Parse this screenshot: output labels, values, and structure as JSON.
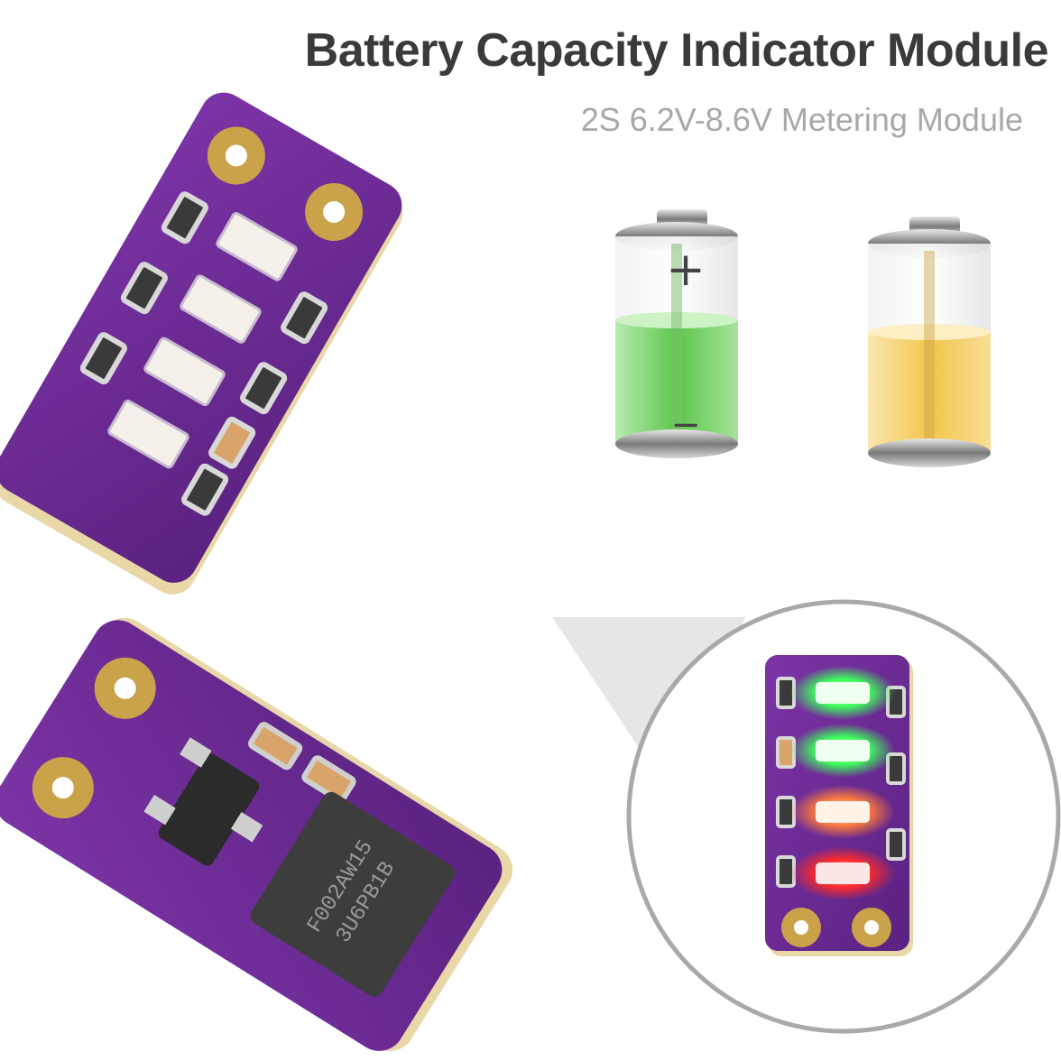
{
  "header": {
    "title": "Battery Capacity Indicator Module",
    "subtitle": "2S 6.2V-8.6V Metering Module"
  },
  "chip_marking": {
    "line1": "F002AW15",
    "line2": "3U6PB1B"
  },
  "battery_symbols": {
    "plus": "+",
    "minus": "−"
  },
  "colors": {
    "pcb_purple": "#6a2a8e",
    "pad_gold": "#c9a24a",
    "battery_green": "#5cc64a",
    "battery_yellow": "#f2c64a",
    "led_green": "#3cff5a",
    "led_orange": "#ff7a3c",
    "led_red": "#ff2a2a"
  },
  "icons": [
    "battery-full-green-icon",
    "battery-half-yellow-icon"
  ]
}
